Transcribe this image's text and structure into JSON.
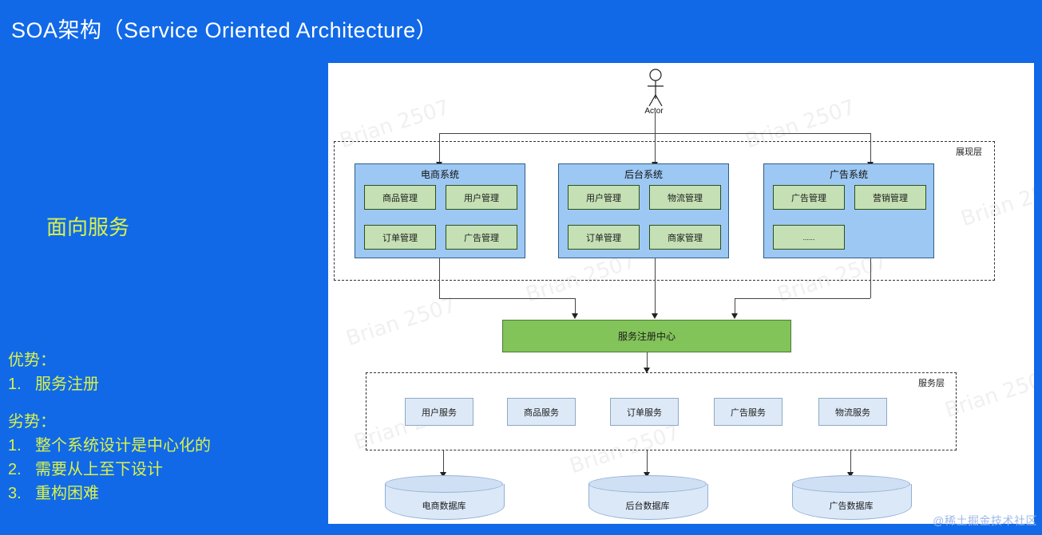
{
  "slide": {
    "title": "SOA架构（Service Oriented Architecture）",
    "subtitle": "面向服务",
    "accent_blue": "#1169e8",
    "accent_yellow": "#d9f24a"
  },
  "pros": {
    "heading": "优势：",
    "items": [
      {
        "num": "1.",
        "text": "服务注册"
      }
    ]
  },
  "cons": {
    "heading": "劣势：",
    "items": [
      {
        "num": "1.",
        "text": "整个系统设计是中心化的"
      },
      {
        "num": "2.",
        "text": "需要从上至下设计"
      },
      {
        "num": "3.",
        "text": "重构困难"
      }
    ]
  },
  "diagram": {
    "actor_label": "Actor",
    "presentation_layer": {
      "name": "展现层",
      "systems": [
        {
          "title": "电商系统",
          "modules": [
            "商品管理",
            "用户管理",
            "订单管理",
            "广告管理"
          ]
        },
        {
          "title": "后台系统",
          "modules": [
            "用户管理",
            "物流管理",
            "订单管理",
            "商家管理"
          ]
        },
        {
          "title": "广告系统",
          "modules": [
            "广告管理",
            "营销管理",
            "......"
          ]
        }
      ]
    },
    "registry": {
      "label": "服务注册中心",
      "color": "#82c35a"
    },
    "service_layer": {
      "name": "服务层",
      "services": [
        "用户服务",
        "商品服务",
        "订单服务",
        "广告服务",
        "物流服务"
      ]
    },
    "databases": [
      "电商数据库",
      "后台数据库",
      "广告数据库"
    ],
    "watermark": "Brian 2507"
  },
  "footer": {
    "watermark": "@稀土掘金技术社区"
  }
}
